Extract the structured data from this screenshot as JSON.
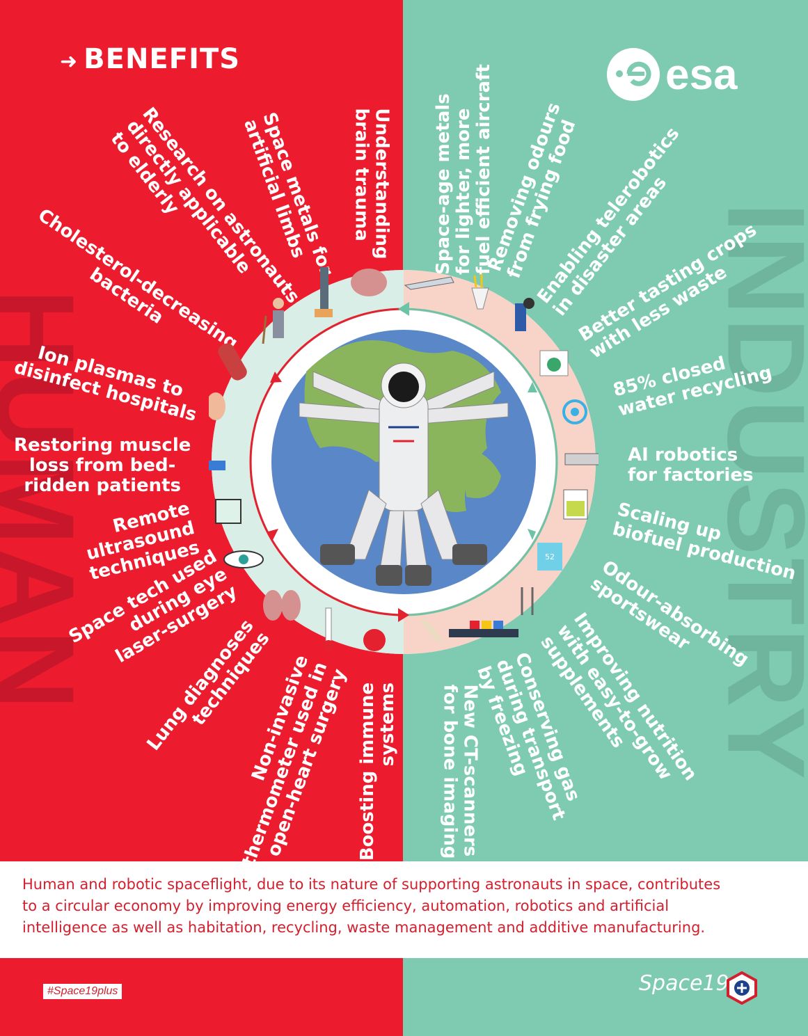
{
  "header": {
    "title": "BENEFITS",
    "logo_text": "esa"
  },
  "side_words": {
    "left": "HUMAN",
    "right": "INDUSTRY"
  },
  "human_benefits": {
    "brain_trauma": [
      "Understanding",
      "brain trauma"
    ],
    "artificial_limbs": [
      "Space metals for",
      "artificial limbs"
    ],
    "elderly": [
      "Research on astronauts",
      "directly applicable",
      "to elderly"
    ],
    "bacteria": [
      "Cholesterol-decreasing",
      "bacteria"
    ],
    "ion_plasmas": [
      "Ion plasmas to",
      "disinfect hospitals"
    ],
    "muscle_loss": [
      "Restoring muscle",
      "loss from bed-",
      "ridden patients"
    ],
    "ultrasound": [
      "Remote",
      "ultrasound",
      "techniques"
    ],
    "eye_surgery": [
      "Space tech used",
      "during eye",
      "laser-surgery"
    ],
    "lung": [
      "Lung diagnoses",
      "techniques"
    ],
    "thermometer": [
      "Non-invasive",
      "thermometer used in",
      "open-heart surgery"
    ],
    "immune": [
      "Boosting immune",
      "systems"
    ]
  },
  "industry_benefits": {
    "aircraft": [
      "Space-age metals",
      "for lighter, more",
      "fuel efficient aircraft"
    ],
    "odours": [
      "Removing odours",
      "from frying food"
    ],
    "telerobotics": [
      "Enabling telerobotics",
      "in disaster areas"
    ],
    "crops": [
      "Better tasting crops",
      "with less waste"
    ],
    "water": [
      "85% closed",
      "water recycling"
    ],
    "ai_robotics": [
      "AI robotics",
      "for factories"
    ],
    "biofuel": [
      "Scaling up",
      "biofuel production"
    ],
    "sportswear": [
      "Odour-absorbing",
      "sportswear"
    ],
    "nutrition": [
      "Improving nutrition",
      "with easy-to-grow",
      "supplements"
    ],
    "gas": [
      "Conserving gas",
      "during transport",
      "by freezing"
    ],
    "ct_scanners": [
      "New CT-scanners",
      "for bone imaging"
    ]
  },
  "jersey_number": "52",
  "footer": {
    "lines": [
      "Human and robotic spaceflight, due to its nature of supporting astronauts in space, contributes",
      "to a circular economy by improving energy efficiency, automation, robotics and artificial",
      "intelligence as well as habitation, recycling, waste management and additive manufacturing."
    ],
    "hashtag": "#Space19plus",
    "brand": "Space19"
  },
  "colors": {
    "red": "#ec1c2e",
    "teal": "#7ecbb1",
    "pink_ring": "#f8d3c8",
    "mint_ring": "#d7ede3",
    "earth_ocean": "#5a87c8",
    "earth_land": "#8bb55c"
  },
  "icons": [
    "prosthetic-leg-icon",
    "brain-icon",
    "airplane-icon",
    "fries-icon",
    "robot-arm-icon",
    "greenhouse-icon",
    "water-recycle-icon",
    "router-icon",
    "biofuel-tank-icon",
    "tshirt-icon",
    "spoon-fork-icon",
    "cargo-ship-icon",
    "bone-icon",
    "virus-icon",
    "thermometer-icon",
    "lungs-icon",
    "eye-icon",
    "ultrasound-icon",
    "hospital-bed-icon",
    "hand-washing-icon",
    "blood-vessel-icon",
    "elderly-person-icon",
    "astronaut-icon",
    "earth-icon"
  ]
}
